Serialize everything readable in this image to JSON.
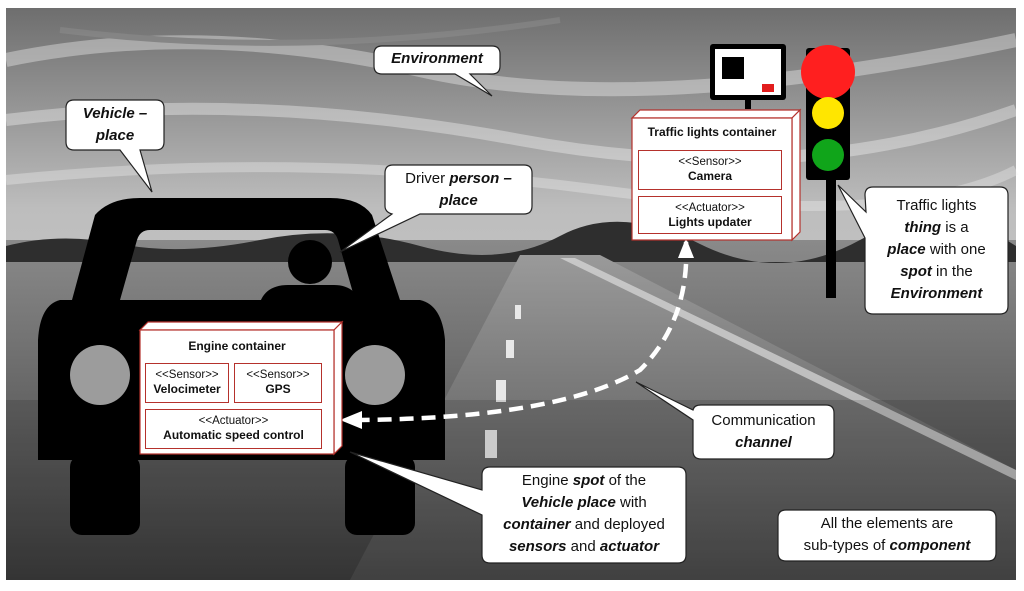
{
  "callouts": {
    "environment": {
      "line1": "Environment"
    },
    "vehicle": {
      "line1": "Vehicle –",
      "line2": "place"
    },
    "driver": {
      "line1_plain": "Driver ",
      "line1_em": "person –",
      "line2_em": "place"
    },
    "traffic": {
      "l1": "Traffic lights",
      "l2_em": "thing",
      "l2_plain": " is a",
      "l3_em": "place",
      "l3_plain": " with one",
      "l4_em": "spot",
      "l4_plain": " in the",
      "l5_em": "Environment"
    },
    "channel": {
      "line1": "Communication",
      "line2_em": "channel"
    },
    "engine_spot": {
      "l1_plain_a": "Engine ",
      "l1_em": "spot",
      "l1_plain_b": " of the",
      "l2_em": "Vehicle place",
      "l2_plain": " with",
      "l3_em": "container",
      "l3_plain": " and deployed",
      "l4_em_a": "sensors",
      "l4_plain": " and ",
      "l4_em_b": "actuator"
    },
    "subtypes": {
      "l1": "All the elements are",
      "l2_plain": "sub-types of ",
      "l2_em": "component"
    }
  },
  "engine_container": {
    "title": "Engine container",
    "velocimeter": {
      "stereotype": "<<Sensor>>",
      "name": "Velocimeter"
    },
    "gps": {
      "stereotype": "<<Sensor>>",
      "name": "GPS"
    },
    "speed_control": {
      "stereotype": "<<Actuator>>",
      "name": "Automatic speed control"
    }
  },
  "traffic_container": {
    "title": "Traffic lights container",
    "camera": {
      "stereotype": "<<Sensor>>",
      "name": "Camera"
    },
    "updater": {
      "stereotype": "<<Actuator>>",
      "name": "Lights updater"
    }
  },
  "colors": {
    "red_light": "#ff1f1f",
    "yellow_light": "#ffe600",
    "green_light": "#10a51a",
    "container_border": "#b5312c"
  }
}
